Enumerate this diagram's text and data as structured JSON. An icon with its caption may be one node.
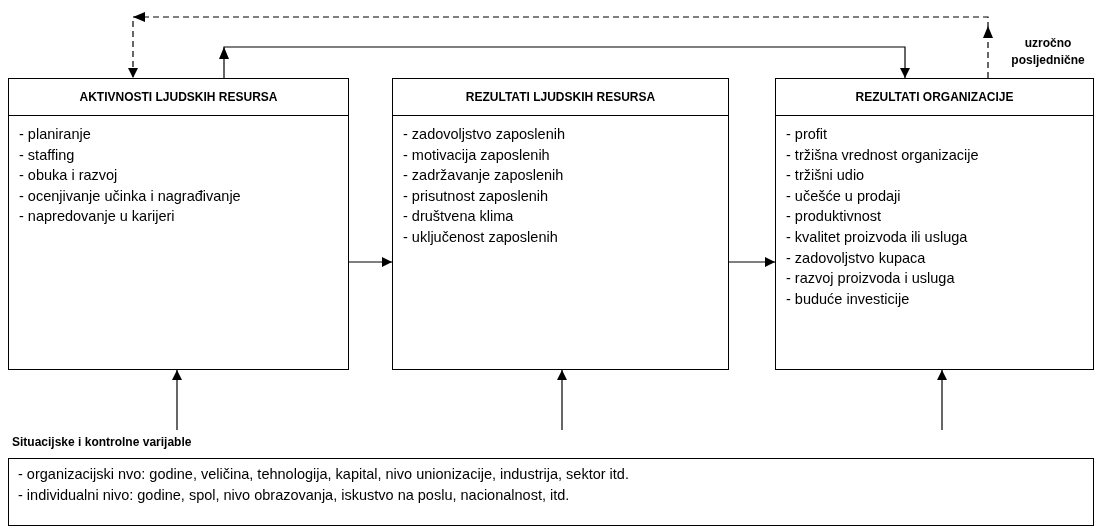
{
  "diagram": {
    "nodes": [
      {
        "text": [
          "AKTIVNOSTI LJUDSKIH RESURSA",
          "- planiranje",
          "- staffing",
          "- obuka i razvoj",
          "- ocenjivanje učinka i nagrađivanje",
          "- napredovanje u karijeri"
        ]
      },
      {
        "text": [
          "REZULTATI LJUDSKIH RESURSA",
          "- zadovoljstvo zaposlenih",
          "- motivacija zaposlenih",
          "- zadržavanje zaposlenih",
          "- prisutnost zaposlenih",
          "- društvena klima",
          "- uključenost zaposlenih"
        ]
      },
      {
        "text": [
          "REZULTATI ORGANIZACIJE",
          "- profit",
          "- tržišna vrednost organizacije",
          "- tržišni udio",
          "- učešće u prodaji",
          "- produktivnost",
          "- kvalitet proizvoda ili usluga",
          "- zadovoljstvo kupaca",
          "- razvoj proizvoda i usluga",
          "- buduće investicije"
        ]
      },
      {
        "text": [
          "Situacijske i kontrolne varijable",
          "- organizacijski nvo: godine, veličina, tehnologija, kapital, nivo unionizacije, industrija, sektor itd.",
          "- individualni nivo: godine, spol, nivo obrazovanja, iskustvo na poslu, nacionalnost, itd."
        ]
      }
    ],
    "edges": [
      {
        "from": 0,
        "to": 1,
        "arrow": "to"
      },
      {
        "from": 1,
        "to": 2,
        "arrow": "to"
      },
      {
        "from": 0,
        "to": 2,
        "arrow": "to"
      },
      {
        "from": 2,
        "to": 0,
        "arrow": "to",
        "style": "dashed"
      },
      {
        "from": 3,
        "to": 0,
        "arrow": "to"
      },
      {
        "from": 3,
        "to": 1,
        "arrow": "to"
      },
      {
        "from": 3,
        "to": 2,
        "arrow": "to"
      }
    ],
    "labels": [
      "uzročno posljednične"
    ]
  }
}
